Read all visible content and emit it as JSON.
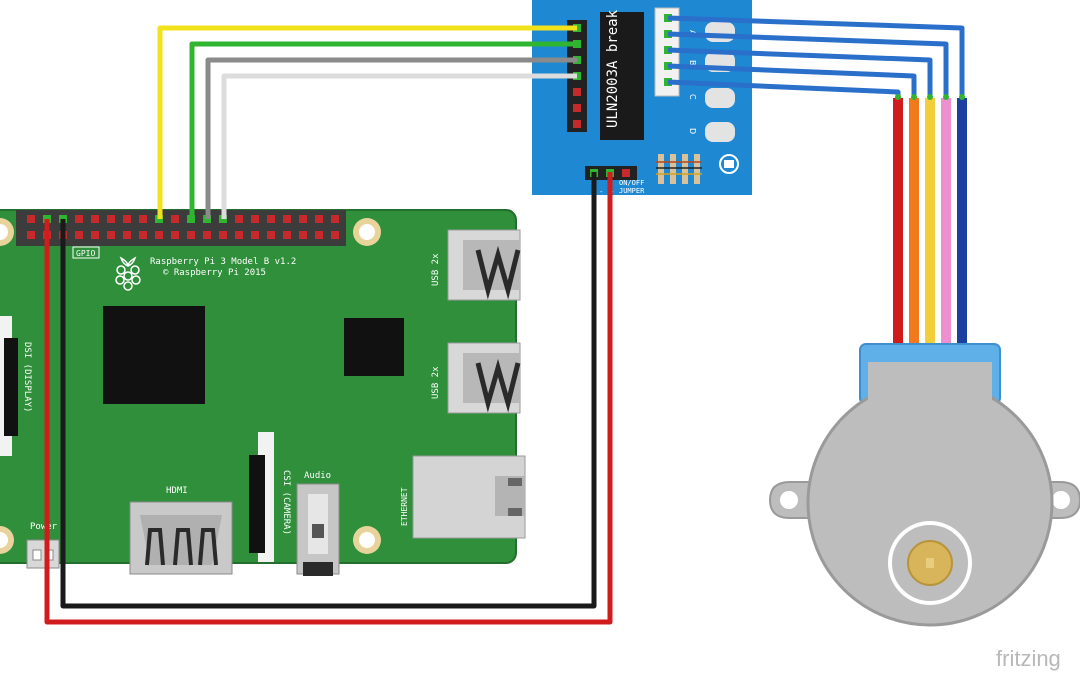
{
  "raspberry_pi": {
    "model": "Raspberry Pi 3 Model B v1.2",
    "copyright": "© Raspberry Pi 2015",
    "gpio_label": "GPIO",
    "usb_label": "USB 2x",
    "ethernet_label": "ETHERNET",
    "hdmi_label": "HDMI",
    "audio_label": "Audio",
    "csi_label": "CSI (CAMERA)",
    "dsi_label": "DSI (DISPLAY)",
    "power_label": "Power"
  },
  "driver_board": {
    "chip_label": "ULN2003A break",
    "led_labels": [
      "A",
      "B",
      "C",
      "D"
    ],
    "jumper_label_1": "ON/OFF",
    "jumper_label_2": "JUMPER",
    "pin_minus": "-",
    "pin_plus": "+"
  },
  "watermark": "fritzing",
  "colors": {
    "pcb_green": "#2f8f3a",
    "driver_blue": "#1e88d2",
    "wire_yellow": "#f2e21b",
    "wire_green": "#2fb52f",
    "wire_gray": "#8a8a8a",
    "wire_white": "#e6e6e6",
    "wire_red": "#d01c1c",
    "wire_black": "#1a1a1a",
    "wire_blue": "#2a6fc9",
    "motor_orange": "#f37a1c",
    "motor_yellow": "#f2cf3a",
    "motor_pink": "#ee8fd0",
    "motor_blue": "#1c3fa0"
  }
}
